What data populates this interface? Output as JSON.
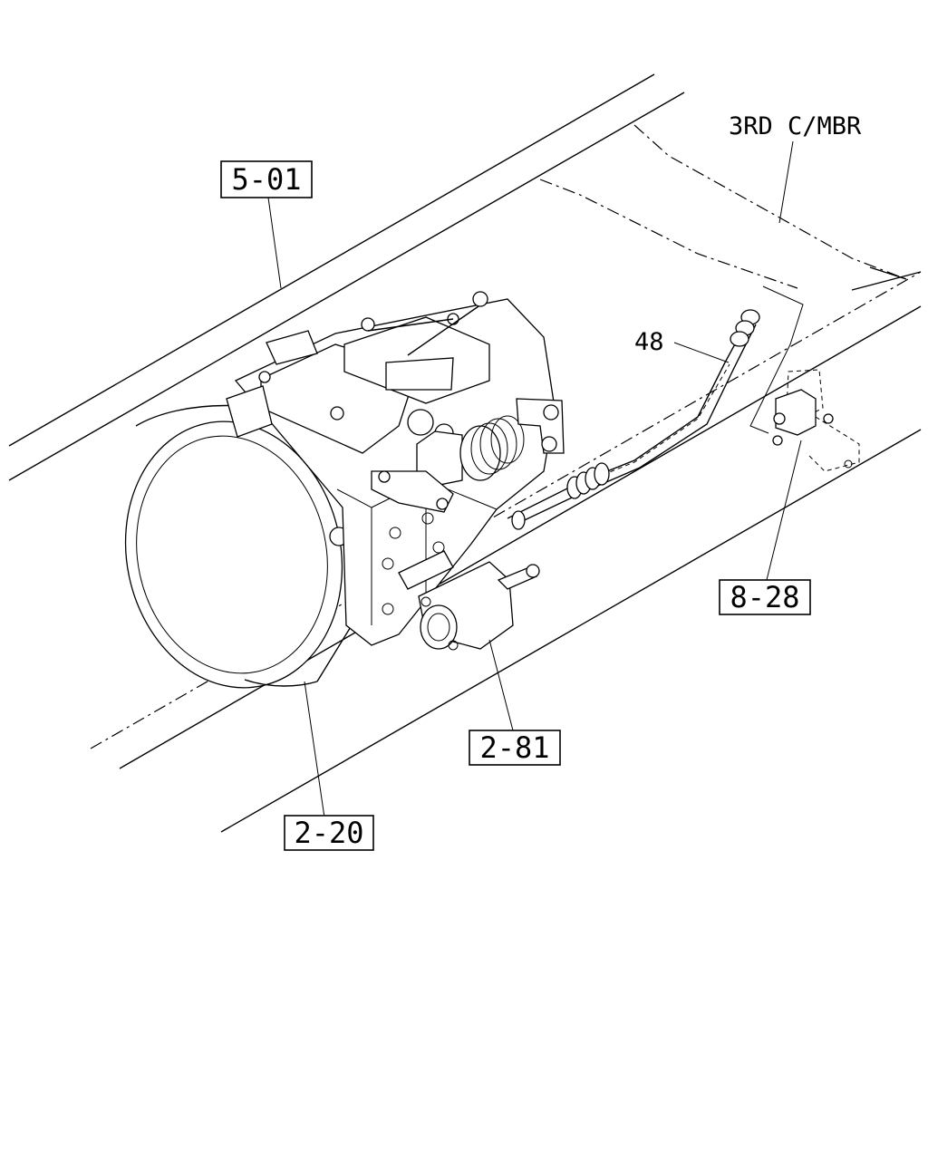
{
  "diagram": {
    "labels": {
      "third_crossmember": "3RD C/MBR",
      "part_48": "48"
    },
    "refs": {
      "frame": "5-01",
      "transmission": "2-20",
      "clutch_slave": "2-81",
      "bracket": "8-28"
    }
  }
}
